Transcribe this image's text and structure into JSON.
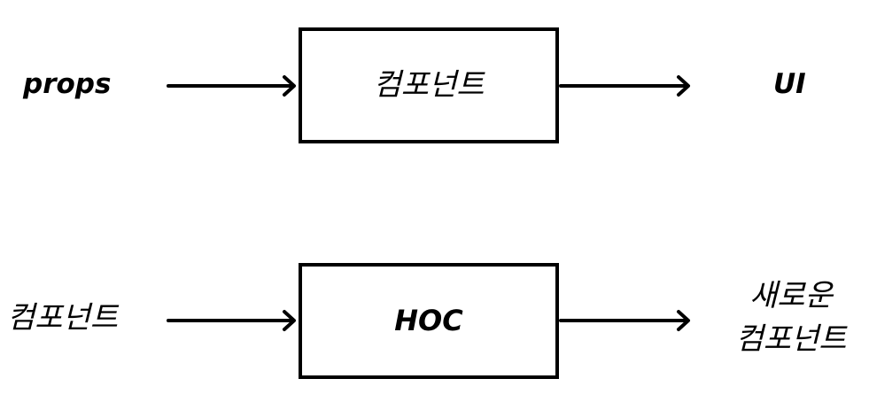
{
  "row1": {
    "input": "props",
    "box": "컴포넌트",
    "output": "UI"
  },
  "row2": {
    "input": "컴포넌트",
    "box": "HOC",
    "output_line1": "새로운",
    "output_line2": "컴포넌트"
  },
  "colors": {
    "stroke": "#000000",
    "background": "#ffffff"
  }
}
